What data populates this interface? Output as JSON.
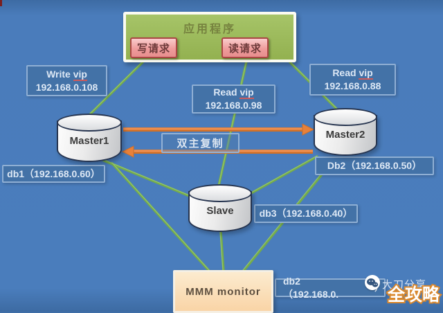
{
  "app": {
    "title": "应用程序",
    "write_button": "写请求",
    "read_button": "读请求"
  },
  "vips": {
    "write": {
      "prefix": "Write ",
      "vip_word": "vip",
      "ip": "192.168.0.108"
    },
    "read_right": {
      "prefix": "Read ",
      "vip_word": "vip",
      "ip": "192.168.0.88"
    },
    "read_mid": {
      "prefix": "Read ",
      "vip_word": "vip",
      "ip": "192.168.0.98"
    }
  },
  "nodes": {
    "master1": "Master1",
    "master2": "Master2",
    "slave": "Slave",
    "monitor": "MMM monitor"
  },
  "host_labels": {
    "db1": "db1（192.168.0.60）",
    "db2_master2": "Db2（192.168.0.50）",
    "db3": "db3（192.168.0.40）",
    "db2_monitor_prefix": "db2（192.168.0.",
    "db2_monitor_suffix": "）"
  },
  "replication_label": "双主复制",
  "watermark": {
    "icon": "wechat-share-icon",
    "share_text": "大刀分享",
    "brand": "全攻略"
  },
  "colors": {
    "background_blue": "#4A7CBB",
    "app_green": "#9BBB59",
    "button_pink": "#EE9A9A",
    "label_box_blue": "#4372A7",
    "arrow_orange": "#E8813A",
    "line_green": "#74AB4C",
    "monitor_peach": "#FBDCB4",
    "cylinder_gray": "#E8E8E8"
  }
}
